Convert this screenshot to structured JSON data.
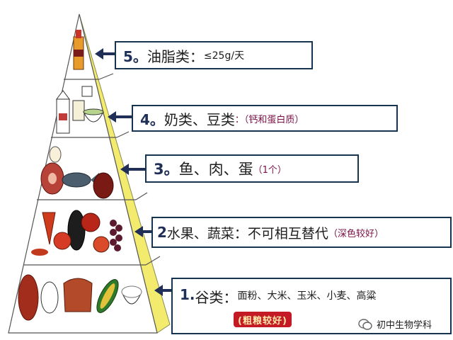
{
  "levels": [
    {
      "num": "5。",
      "main": "油脂类：",
      "sub": "≤25g/天",
      "color": "#f6ec9a"
    },
    {
      "num": "4。",
      "main": "奶类、豆类",
      "sub": "：（钙和蛋白质）",
      "color": "#ffffff"
    },
    {
      "num": "3。",
      "main": "鱼、肉、蛋",
      "sub": "（1个）",
      "color": "#ffffff"
    },
    {
      "num": "2",
      "main": "水果、蔬菜：不可相互替代",
      "sub": "（深色较好）",
      "color": "#ffffff"
    },
    {
      "num": "1.",
      "main": "谷类：",
      "sub": "面粉、大米、玉米、小麦、高粱",
      "color": "#ffffff"
    }
  ],
  "tag": "(粗粮较好)",
  "watermark": "初中生物学科",
  "colors": {
    "pyramid_side": "#f2ea6d",
    "frame": "#16334f",
    "arrow": "#1f2f57",
    "tag_bg": "#c41a26"
  }
}
